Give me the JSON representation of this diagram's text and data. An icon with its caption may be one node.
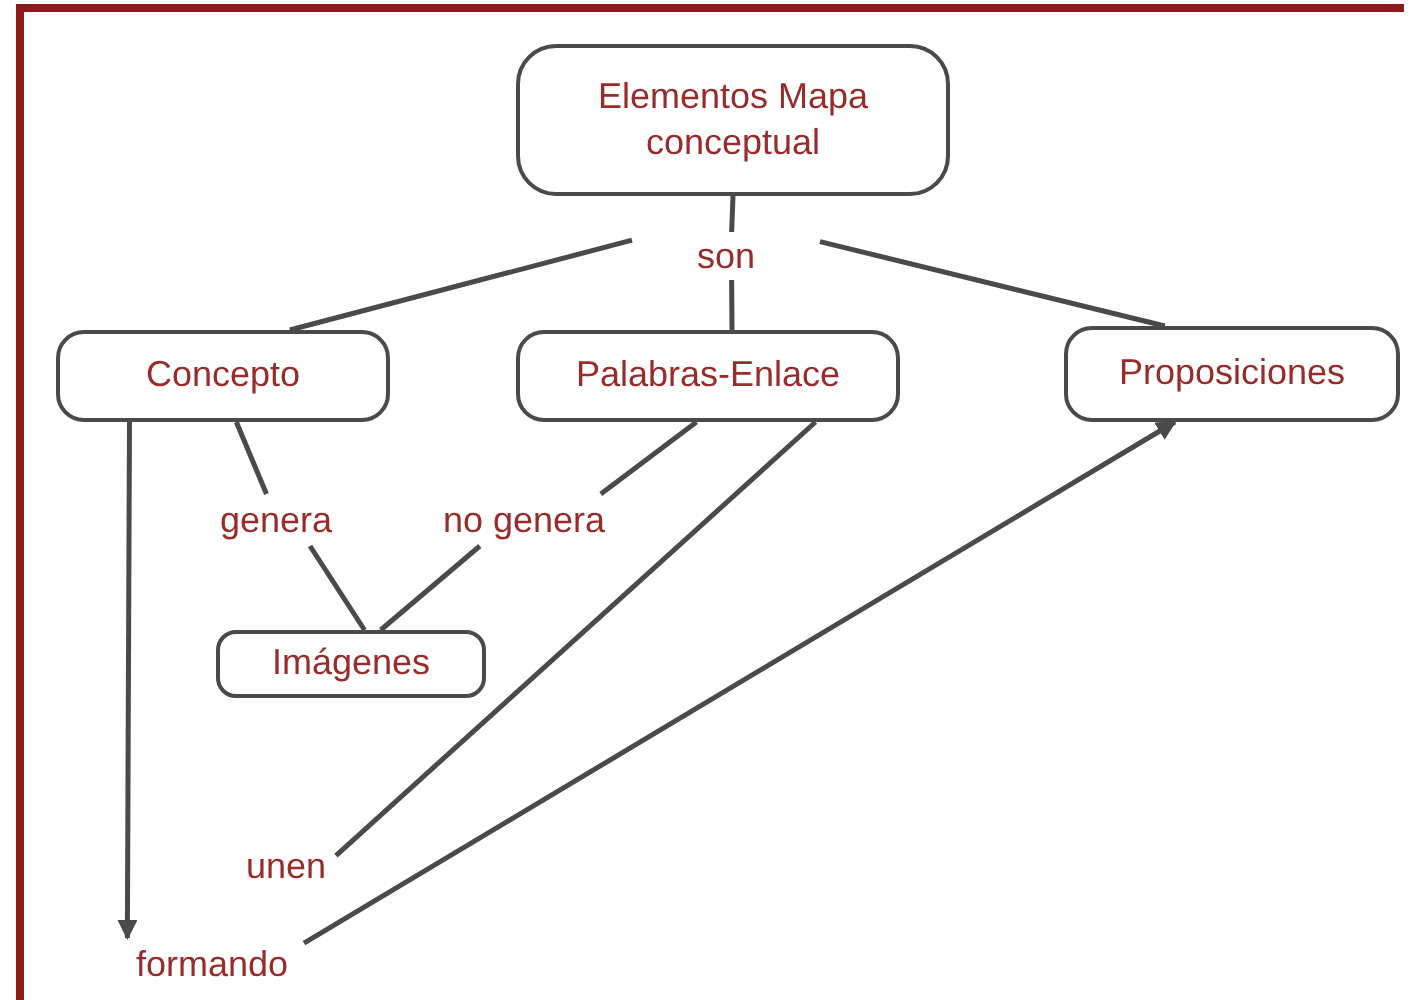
{
  "diagram": {
    "nodes": [
      {
        "text": [
          "Elementos Mapa conceptual"
        ]
      },
      {
        "text": [
          "son"
        ]
      },
      {
        "text": [
          "Concepto"
        ]
      },
      {
        "text": [
          "Palabras-Enlace"
        ]
      },
      {
        "text": [
          "Proposiciones"
        ]
      },
      {
        "text": [
          "genera"
        ]
      },
      {
        "text": [
          "no genera"
        ]
      },
      {
        "text": [
          "Imágenes"
        ]
      },
      {
        "text": [
          "unen"
        ]
      },
      {
        "text": [
          "formando"
        ]
      }
    ],
    "edges": [
      {
        "from": 0,
        "to": 1,
        "arrow": "none"
      },
      {
        "from": 1,
        "to": 2,
        "arrow": "none"
      },
      {
        "from": 1,
        "to": 3,
        "arrow": "none"
      },
      {
        "from": 1,
        "to": 4,
        "arrow": "none"
      },
      {
        "from": 2,
        "to": 5,
        "arrow": "none"
      },
      {
        "from": 5,
        "to": 7,
        "arrow": "none"
      },
      {
        "from": 3,
        "to": 6,
        "arrow": "none"
      },
      {
        "from": 6,
        "to": 7,
        "arrow": "none"
      },
      {
        "from": 3,
        "to": 8,
        "arrow": "none"
      },
      {
        "from": 2,
        "to": 9,
        "arrow": "to"
      },
      {
        "from": 9,
        "to": 4,
        "arrow": "to"
      }
    ]
  }
}
